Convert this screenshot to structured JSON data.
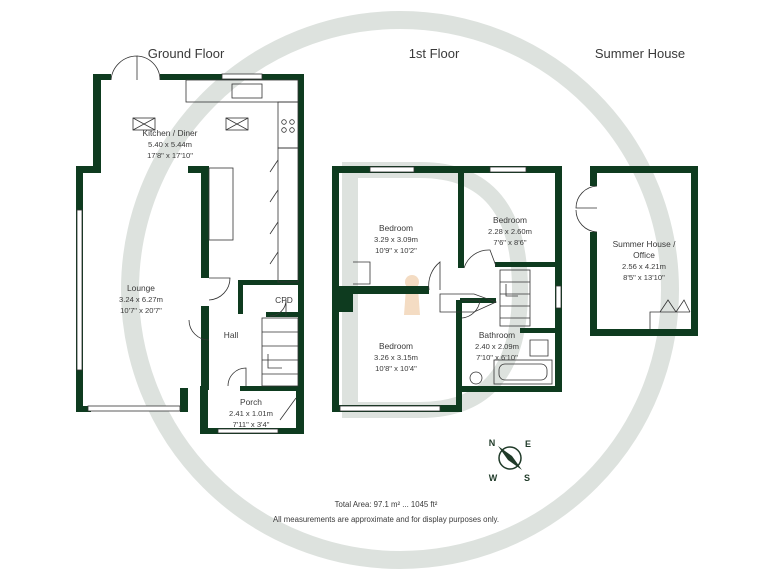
{
  "floors": {
    "ground": "Ground Floor",
    "first": "1st Floor",
    "summer": "Summer House"
  },
  "rooms": {
    "kitchen": {
      "name": "Kitchen / Diner",
      "metric": "5.40 x 5.44m",
      "imperial": "17'8\" x 17'10\""
    },
    "lounge": {
      "name": "Lounge",
      "metric": "3.24 x 6.27m",
      "imperial": "10'7\" x 20'7\""
    },
    "hall": {
      "name": "Hall"
    },
    "cpd": {
      "name": "CPD"
    },
    "porch": {
      "name": "Porch",
      "metric": "2.41 x 1.01m",
      "imperial": "7'11\" x 3'4\""
    },
    "bed1": {
      "name": "Bedroom",
      "metric": "3.29 x 3.09m",
      "imperial": "10'9\" x 10'2\""
    },
    "bed2": {
      "name": "Bedroom",
      "metric": "2.28 x 2.60m",
      "imperial": "7'6\" x 8'6\""
    },
    "bed3": {
      "name": "Bedroom",
      "metric": "3.26 x 3.15m",
      "imperial": "10'8\" x 10'4\""
    },
    "bathroom": {
      "name": "Bathroom",
      "metric": "2.40 x 2.09m",
      "imperial": "7'10\" x 6'10\""
    },
    "summerhouse": {
      "name1": "Summer House /",
      "name2": "Office",
      "metric": "2.56 x 4.21m",
      "imperial": "8'5\" x 13'10\""
    }
  },
  "compass": {
    "n": "N",
    "e": "E",
    "s": "S",
    "w": "W"
  },
  "footer": {
    "area": "Total Area: 97.1 m² ... 1045 ft²",
    "disclaimer": "All measurements are approximate and for display purposes only."
  },
  "colors": {
    "wall": "#0e3b1f",
    "watermark": "#dfe3e0",
    "text": "#3a3a3a"
  },
  "icons": [
    "watermark-logo",
    "compass-rose-icon",
    "stair-arrow-icon",
    "sink-icon",
    "hob-icon",
    "bath-icon",
    "toilet-icon",
    "door-swing-icon",
    "skylight-icon"
  ]
}
